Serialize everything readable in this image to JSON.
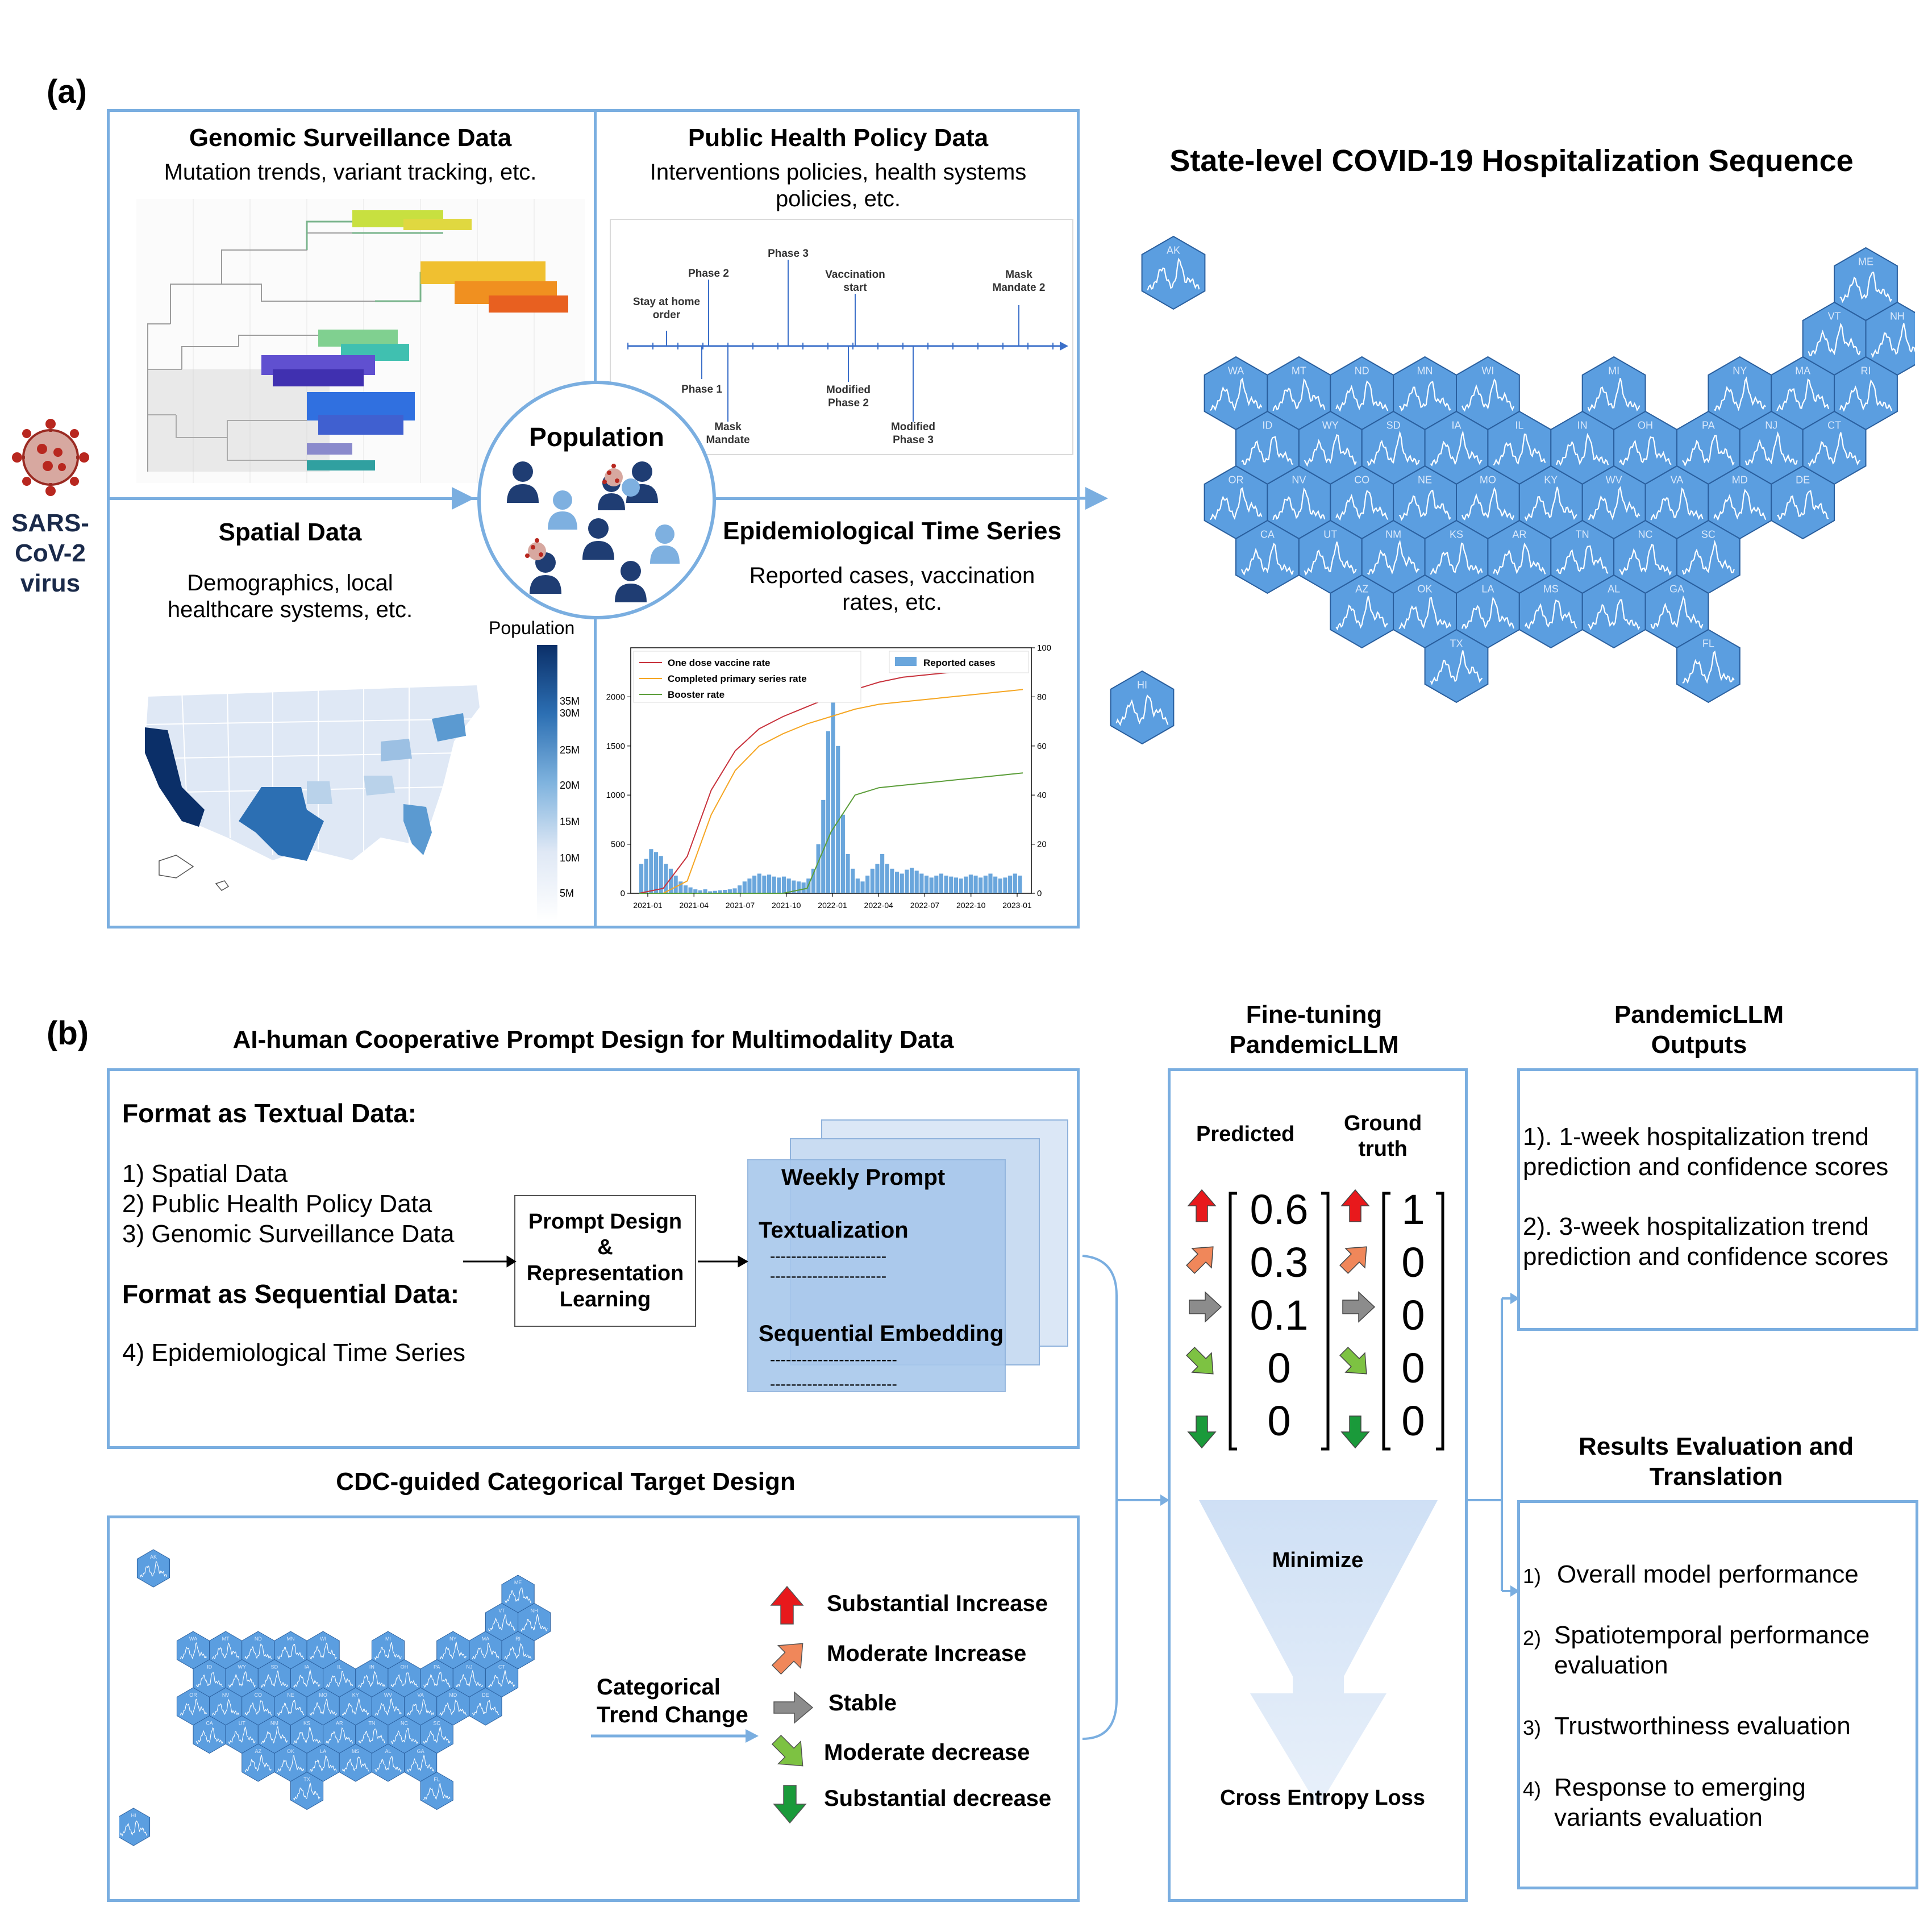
{
  "panel_a": {
    "label": "(a)",
    "virus": {
      "line1": "SARS-",
      "line2": "CoV-2",
      "line3": "virus"
    },
    "genomic": {
      "title": "Genomic Surveillance Data",
      "subtitle": "Mutation trends, variant tracking, etc."
    },
    "policy": {
      "title": "Public Health Policy Data",
      "subtitle1": "Interventions policies, health systems",
      "subtitle2": "policies, etc.",
      "events_top": [
        {
          "l1": "Stay at home",
          "l2": "order"
        },
        {
          "l1": "Phase 2",
          "l2": ""
        },
        {
          "l1": "Phase 3",
          "l2": ""
        },
        {
          "l1": "Vaccination",
          "l2": "start"
        },
        {
          "l1": "Mask",
          "l2": "Mandate 2"
        }
      ],
      "events_bottom": [
        {
          "l1": "Phase 1",
          "l2": ""
        },
        {
          "l1": "Mask",
          "l2": "Mandate"
        },
        {
          "l1": "Modified",
          "l2": "Phase 2"
        },
        {
          "l1": "Modified",
          "l2": "Phase 3"
        }
      ]
    },
    "population": {
      "title": "Population"
    },
    "spatial": {
      "title": "Spatial Data",
      "subtitle1": "Demographics, local",
      "subtitle2": "healthcare systems, etc.",
      "colorbar_title": "Population",
      "colorbar_ticks": [
        "35M",
        "30M",
        "25M",
        "20M",
        "15M",
        "10M",
        "5M"
      ]
    },
    "epi": {
      "title": "Epidemiological Time Series",
      "subtitle1": "Reported cases, vaccination",
      "subtitle2": "rates, etc."
    },
    "hosp": {
      "title": "State-level COVID-19 Hospitalization Sequence"
    }
  },
  "hex_states": [
    [
      "",
      "",
      "",
      "",
      "",
      "",
      "",
      "",
      "",
      "",
      "ME"
    ],
    [
      "",
      "",
      "",
      "",
      "",
      "",
      "",
      "",
      "",
      "VT",
      "NH"
    ],
    [
      "WA",
      "MT",
      "ND",
      "MN",
      "WI",
      "",
      "MI",
      "",
      "NY",
      "MA",
      "RI"
    ],
    [
      "ID",
      "WY",
      "SD",
      "IA",
      "IL",
      "IN",
      "OH",
      "PA",
      "NJ",
      "CT",
      ""
    ],
    [
      "OR",
      "NV",
      "CO",
      "NE",
      "MO",
      "KY",
      "WV",
      "VA",
      "MD",
      "DE",
      ""
    ],
    [
      "CA",
      "UT",
      "NM",
      "KS",
      "AR",
      "TN",
      "NC",
      "SC",
      "",
      "",
      ""
    ],
    [
      "",
      "",
      "AZ",
      "OK",
      "LA",
      "MS",
      "AL",
      "GA",
      "",
      "",
      ""
    ],
    [
      "",
      "",
      "",
      "TX",
      "",
      "",
      "",
      "FL",
      "",
      "",
      ""
    ]
  ],
  "hex_isolated": [
    "AK",
    "HI"
  ],
  "chart_data": {
    "type": "bar",
    "title": "",
    "x": [
      "2021-01",
      "2021-04",
      "2021-07",
      "2021-10",
      "2022-01",
      "2022-04",
      "2022-07",
      "2022-10",
      "2023-01"
    ],
    "ylim_left": [
      0,
      2500
    ],
    "yticks_left": [
      "0",
      "500",
      "1000",
      "1500",
      "2000"
    ],
    "ylim_right": [
      0,
      100
    ],
    "yticks_right": [
      "0",
      "20",
      "40",
      "60",
      "80",
      "100"
    ],
    "series": [
      {
        "name": "One dose vaccine rate",
        "color": "#c8323c",
        "kind": "line",
        "values": [
          0,
          2,
          15,
          42,
          58,
          67,
          72,
          76,
          80,
          83,
          86,
          88,
          89,
          90,
          91,
          92,
          93
        ]
      },
      {
        "name": "Completed primary series rate",
        "color": "#f5a623",
        "kind": "line",
        "values": [
          0,
          0,
          5,
          32,
          50,
          60,
          65,
          69,
          72,
          75,
          77,
          78,
          79,
          80,
          81,
          82,
          83
        ]
      },
      {
        "name": "Booster rate",
        "color": "#5c9e3a",
        "kind": "line",
        "values": [
          0,
          0,
          0,
          0,
          0,
          0,
          0,
          2,
          25,
          40,
          43,
          44,
          45,
          46,
          47,
          48,
          49
        ]
      },
      {
        "name": "Reported cases",
        "color": "#6aa6dc",
        "kind": "bar",
        "values": [
          300,
          350,
          450,
          420,
          380,
          300,
          250,
          180,
          120,
          80,
          60,
          40,
          30,
          40,
          20,
          25,
          30,
          35,
          40,
          50,
          80,
          120,
          150,
          180,
          200,
          180,
          190,
          170,
          160,
          170,
          150,
          130,
          120,
          110,
          150,
          250,
          500,
          950,
          1650,
          2400,
          1500,
          800,
          400,
          250,
          150,
          120,
          180,
          250,
          300,
          400,
          300,
          250,
          220,
          200,
          240,
          260,
          230,
          200,
          180,
          160,
          180,
          200,
          180,
          170,
          160,
          150,
          170,
          190,
          180,
          160,
          180,
          200,
          170,
          150,
          160,
          180,
          200,
          180
        ]
      }
    ]
  },
  "panel_b": {
    "label": "(b)",
    "prompt_design": {
      "title": "AI-human Cooperative Prompt Design for Multimodality Data",
      "textual_header": "Format as Textual Data:",
      "textual_items": [
        "1)  Spatial Data",
        "2)  Public Health Policy Data",
        "3)  Genomic Surveillance Data"
      ],
      "sequential_header": "Format as Sequential Data:",
      "sequential_items": [
        "4)   Epidemiological Time Series"
      ],
      "box_lines": [
        "Prompt Design",
        "&",
        "Representation",
        "Learning"
      ],
      "weekly_prompt": "Weekly Prompt",
      "textualization": "Textualization",
      "sequential_embedding": "Sequential Embedding",
      "dashes_short": "----------------------",
      "dashes_long": "------------------------"
    },
    "target_design": {
      "title": "CDC-guided Categorical Target Design",
      "arrow_label1": "Categorical",
      "arrow_label2": "Trend Change",
      "legend": [
        {
          "label": "Substantial Increase",
          "color": "#e8191c",
          "icon": "arrow-up-icon"
        },
        {
          "label": "Moderate Increase",
          "color": "#f0875a",
          "icon": "arrow-up-right-icon"
        },
        {
          "label": "Stable",
          "color": "#8c8c8c",
          "icon": "arrow-right-icon"
        },
        {
          "label": "Moderate decrease",
          "color": "#7dc242",
          "icon": "arrow-down-right-icon"
        },
        {
          "label": "Substantial decrease",
          "color": "#1a9a3a",
          "icon": "arrow-down-icon"
        }
      ]
    },
    "finetune": {
      "title1": "Fine-tuning",
      "title2": "PandemicLLM",
      "predicted": "Predicted",
      "ground1": "Ground",
      "ground2": "truth",
      "pred_values": [
        "0.6",
        "0.3",
        "0.1",
        "0",
        "0"
      ],
      "truth_values": [
        "1",
        "0",
        "0",
        "0",
        "0"
      ],
      "minimize": "Minimize",
      "loss": "Cross Entropy Loss"
    },
    "outputs": {
      "title1": "PandemicLLM",
      "title2": "Outputs",
      "items": [
        {
          "l1": "1). 1-week hospitalization trend",
          "l2": "prediction and confidence scores"
        },
        {
          "l1": "2). 3-week hospitalization trend",
          "l2": "prediction and confidence scores"
        }
      ]
    },
    "evaluation": {
      "title1": "Results Evaluation and",
      "title2": "Translation",
      "items": [
        {
          "num": "1)",
          "l1": "Overall model performance",
          "l2": ""
        },
        {
          "num": "2)",
          "l1": "Spatiotemporal performance",
          "l2": "evaluation"
        },
        {
          "num": "3)",
          "l1": "Trustworthiness evaluation",
          "l2": ""
        },
        {
          "num": "4)",
          "l1": "Response to emerging",
          "l2": "variants evaluation"
        }
      ]
    }
  }
}
